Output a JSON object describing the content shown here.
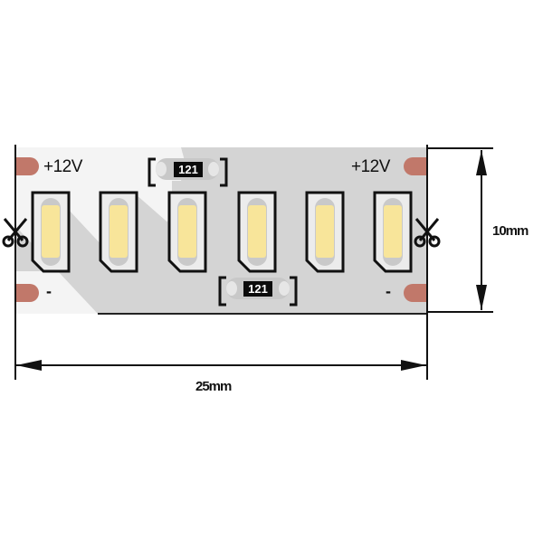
{
  "diagram": {
    "title": "LED strip 25mm segment dimension drawing",
    "colors": {
      "board": "#f4f4f4",
      "shadow": "#d4d4d4",
      "pad": "#c1786a",
      "led_yellow": "#f8e59a",
      "outline": "#111111",
      "resistor_body": "#c8c8c8",
      "resistor_label_bg": "#0b0b0b"
    },
    "pads": {
      "top_left_label": "+12V",
      "top_right_label": "+12V",
      "bottom_left_label": "-",
      "bottom_right_label": "-"
    },
    "resistors": [
      {
        "position": "top",
        "label": "121"
      },
      {
        "position": "bottom",
        "label": "121"
      }
    ],
    "leds": {
      "count": 6
    },
    "cut_marks": [
      {
        "side": "left",
        "icon": "scissors-icon"
      },
      {
        "side": "right",
        "icon": "scissors-icon"
      }
    ],
    "dimensions": {
      "width_label": "25mm",
      "height_label": "10mm"
    }
  }
}
